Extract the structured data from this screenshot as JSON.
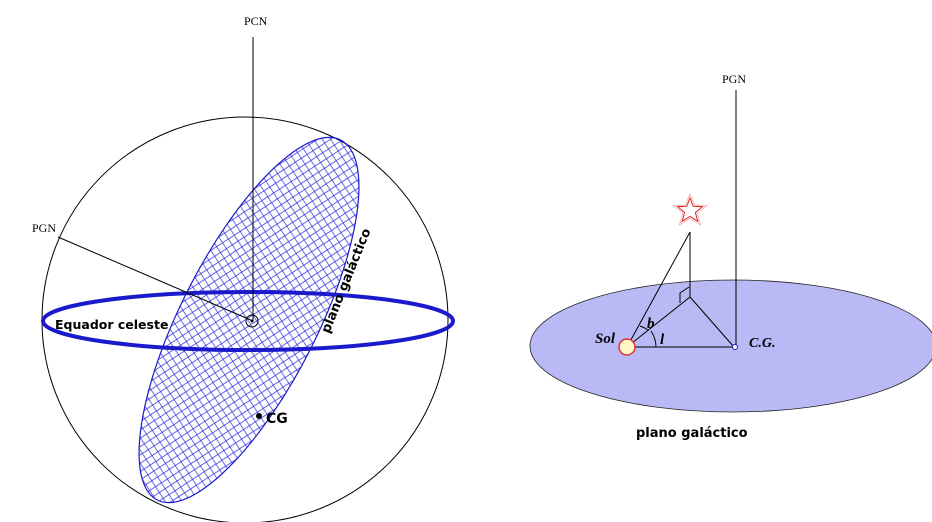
{
  "left_figure": {
    "pcn_label": "PCN",
    "pgn_label": "PGN",
    "equator_label": "Equador celeste",
    "galactic_plane_label": "plano galáctico",
    "cg_label": "CG"
  },
  "right_figure": {
    "pgn_label": "PGN",
    "sol_label": "Sol",
    "b_label": "b",
    "l_label": "l",
    "cg_label": "C.G.",
    "galactic_plane_label": "plano galáctico"
  },
  "colors": {
    "equator": "#1a1acc",
    "hatch": "#3030e0",
    "plane_fill": "#b9b9f5",
    "star": "#e02020",
    "sun_fill": "#fff8c8",
    "sun_stroke": "#e03030"
  }
}
